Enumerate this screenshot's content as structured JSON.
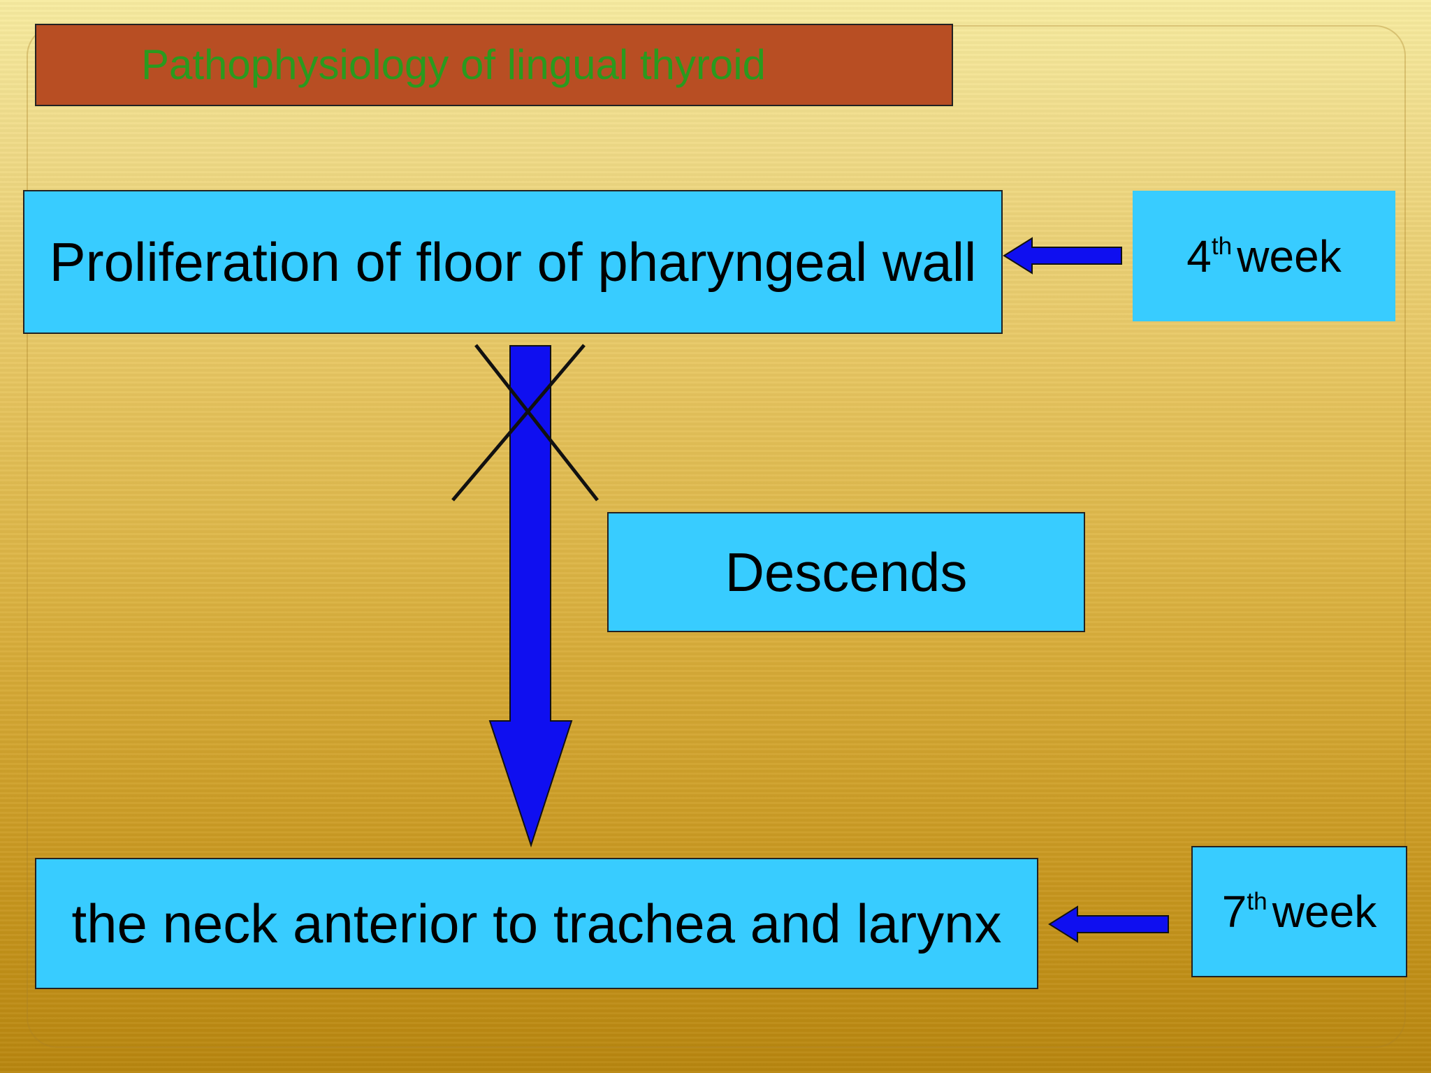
{
  "title": "Pathophysiology of lingual thyroid",
  "nodes": {
    "proliferation": "Proliferation of floor of pharyngeal wall",
    "week4": {
      "number": "4",
      "suffix": "th",
      "unit": "week"
    },
    "descends": "Descends",
    "neck": "the neck anterior to trachea and larynx",
    "week7": {
      "number": "7",
      "suffix": "th",
      "unit": "week"
    }
  },
  "colors": {
    "title_bar": "#b84e23",
    "title_text": "#2a9a1e",
    "box_fill": "#38ccff",
    "arrow_fill": "#0f0ff0"
  }
}
